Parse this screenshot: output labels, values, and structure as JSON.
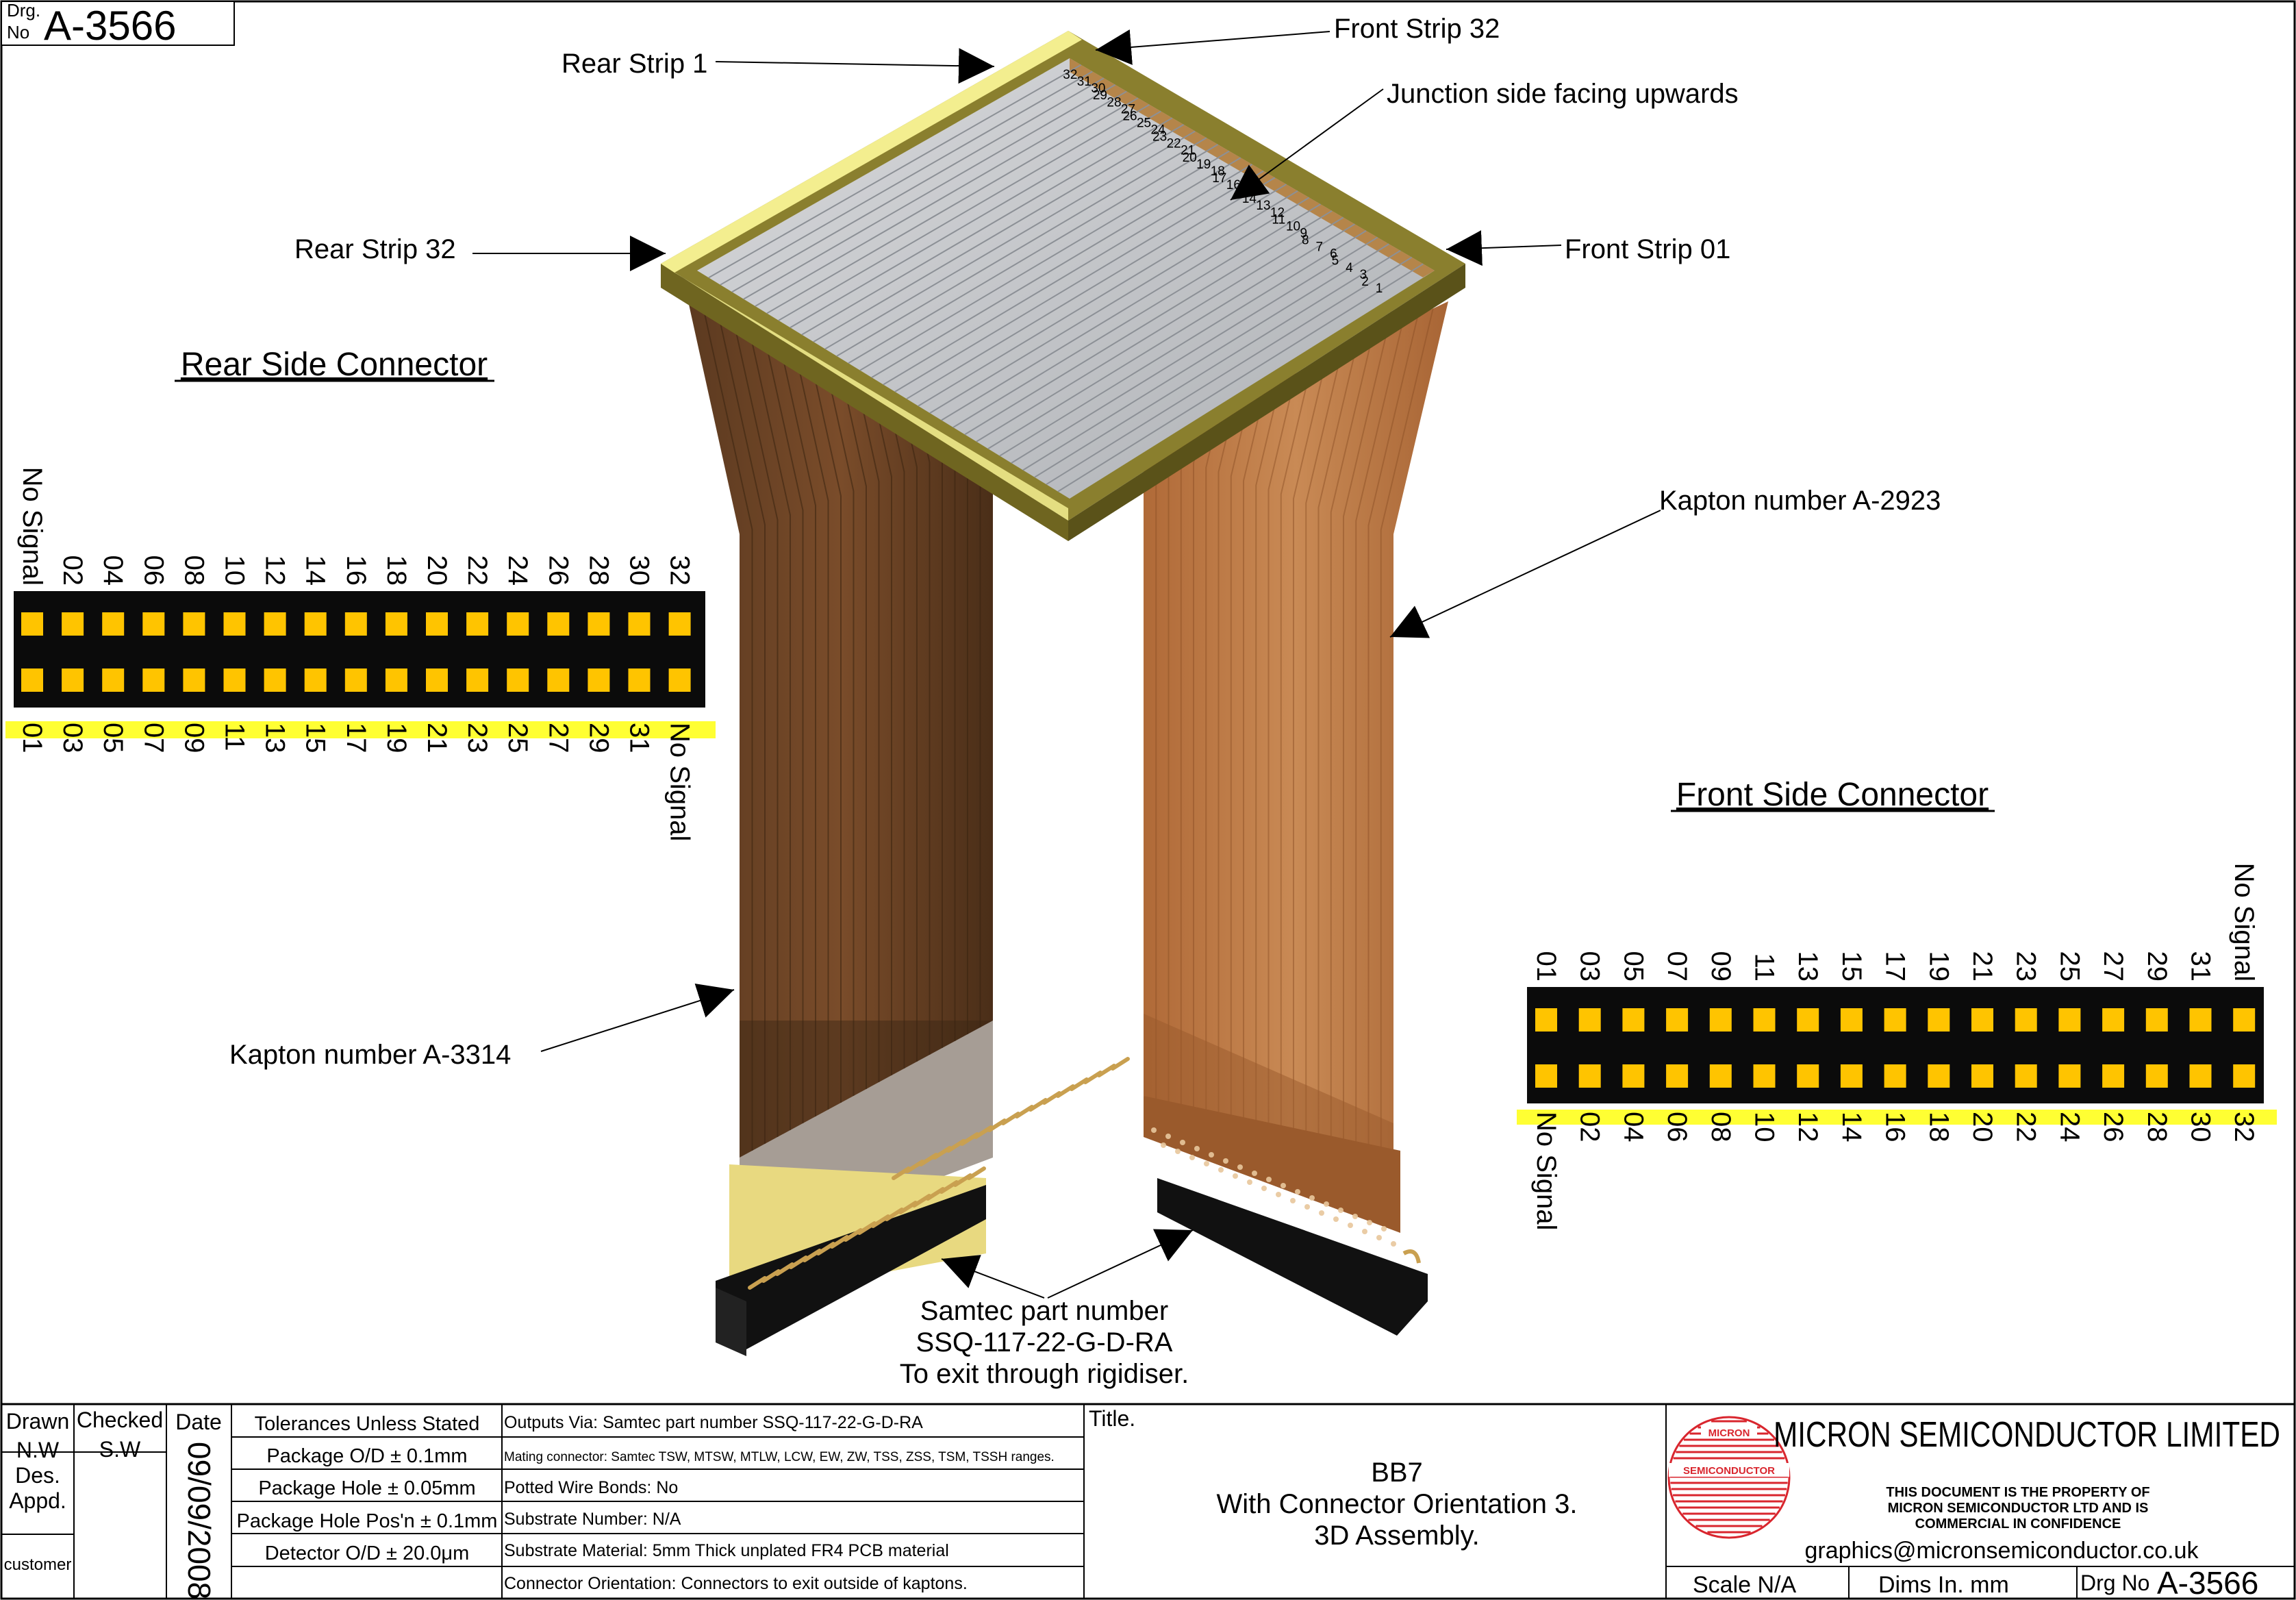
{
  "drawing_number_box": {
    "drg": "Drg.",
    "no": "No",
    "number": "A-3566"
  },
  "callouts": {
    "rear_strip_1": "Rear Strip 1",
    "front_strip_32": "Front Strip 32",
    "junction_side": "Junction side facing upwards",
    "rear_strip_32": "Rear Strip 32",
    "front_strip_01": "Front Strip 01",
    "kapton_a2923": "Kapton number A-2923",
    "kapton_a3314": "Kapton number A-3314",
    "samtec_1": "Samtec part number",
    "samtec_2": "SSQ-117-22-G-D-RA",
    "samtec_3": "To exit through rigidiser."
  },
  "strip_numbers": [
    "32",
    "31",
    "30",
    "29",
    "28",
    "27",
    "26",
    "25",
    "24",
    "23",
    "22",
    "21",
    "20",
    "19",
    "18",
    "17",
    "16",
    "15",
    "14",
    "13",
    "12",
    "11",
    "10",
    "9",
    "8",
    "7",
    "6",
    "5",
    "4",
    "3",
    "2",
    "1"
  ],
  "rear_connector": {
    "title": "Rear Side Connector",
    "top_pins": [
      "No Signal",
      "02",
      "04",
      "06",
      "08",
      "10",
      "12",
      "14",
      "16",
      "18",
      "20",
      "22",
      "24",
      "26",
      "28",
      "30",
      "32"
    ],
    "bottom_pins": [
      "01",
      "03",
      "05",
      "07",
      "09",
      "11",
      "13",
      "15",
      "17",
      "19",
      "21",
      "23",
      "25",
      "27",
      "29",
      "31",
      "No Signal"
    ]
  },
  "front_connector": {
    "title": "Front Side Connector",
    "top_pins": [
      "01",
      "03",
      "05",
      "07",
      "09",
      "11",
      "13",
      "15",
      "17",
      "19",
      "21",
      "23",
      "25",
      "27",
      "29",
      "31",
      "No Signal"
    ],
    "bottom_pins": [
      "No Signal",
      "02",
      "04",
      "06",
      "08",
      "10",
      "12",
      "14",
      "16",
      "18",
      "20",
      "22",
      "24",
      "26",
      "28",
      "30",
      "32"
    ]
  },
  "title_block": {
    "drawn_label": "Drawn",
    "drawn_value": "N.W",
    "checked_label": "Checked",
    "checked_value": "S.W",
    "des_label": "Des.",
    "appd_label": "Appd.",
    "customer_label": "customer",
    "date_label": "Date",
    "date_value": "09/09/2008",
    "tolerances": [
      "Tolerances Unless Stated",
      "Package O/D ± 0.1mm",
      "Package Hole ± 0.05mm",
      "Package Hole Pos'n ± 0.1mm",
      "Detector O/D ± 20.0μm"
    ],
    "notes": [
      "Outputs Via: Samtec part number SSQ-117-22-G-D-RA",
      "Mating connector: Samtec TSW, MTSW, MTLW, LCW, EW, ZW, TSS, ZSS, TSM, TSSH ranges.",
      "Potted Wire Bonds: No",
      "Substrate Number: N/A",
      "Substrate Material: 5mm Thick unplated FR4 PCB material",
      "Connector Orientation: Connectors to exit outside of kaptons."
    ],
    "title_label": "Title.",
    "title_lines": [
      "BB7",
      "With Connector Orientation 3.",
      "3D Assembly."
    ],
    "company": "MICRON SEMICONDUCTOR LIMITED",
    "logo_top": "MICRON",
    "logo_bottom": "SEMICONDUCTOR",
    "property_lines": [
      "THIS DOCUMENT IS THE PROPERTY OF",
      "MICRON SEMICONDUCTOR LTD AND IS",
      "COMMERCIAL IN CONFIDENCE"
    ],
    "email": "graphics@micronsemiconductor.co.uk",
    "scale": "Scale N/A",
    "dims": "Dims In.  mm",
    "drg_no_label": "Drg No",
    "drg_no_value": "A-3566"
  },
  "colors": {
    "frame_gold": "#b9ad4a",
    "frame_highlight": "#f2ec8a",
    "detector_gray": "#c8cacd",
    "kapton_dark": "#7a4a26",
    "kapton_light": "#c07a45",
    "connector_black": "#0b0b0b",
    "pin_yellow": "#ffc400",
    "highlight_yellow": "#ffff33",
    "logo_red": "#d9262e"
  }
}
